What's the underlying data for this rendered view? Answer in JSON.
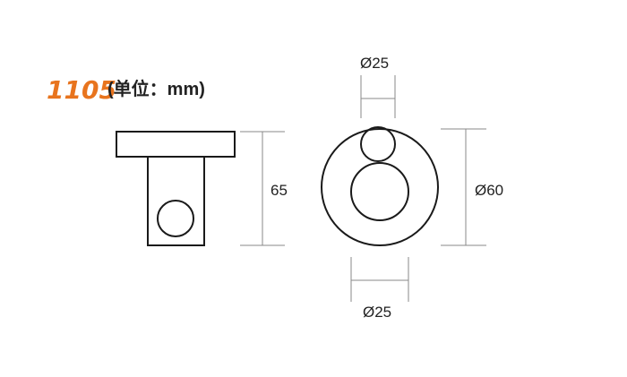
{
  "header": {
    "model_number": "1105",
    "unit_label": "(单位：mm)"
  },
  "dimensions": {
    "height": "65",
    "top_diameter": "Ø25",
    "outer_diameter": "Ø60",
    "bottom_diameter": "Ø25"
  },
  "colors": {
    "accent": "#E8741E",
    "outline": "#1a1a1a",
    "dimension_line": "#8a8a8a",
    "text": "#222222"
  }
}
